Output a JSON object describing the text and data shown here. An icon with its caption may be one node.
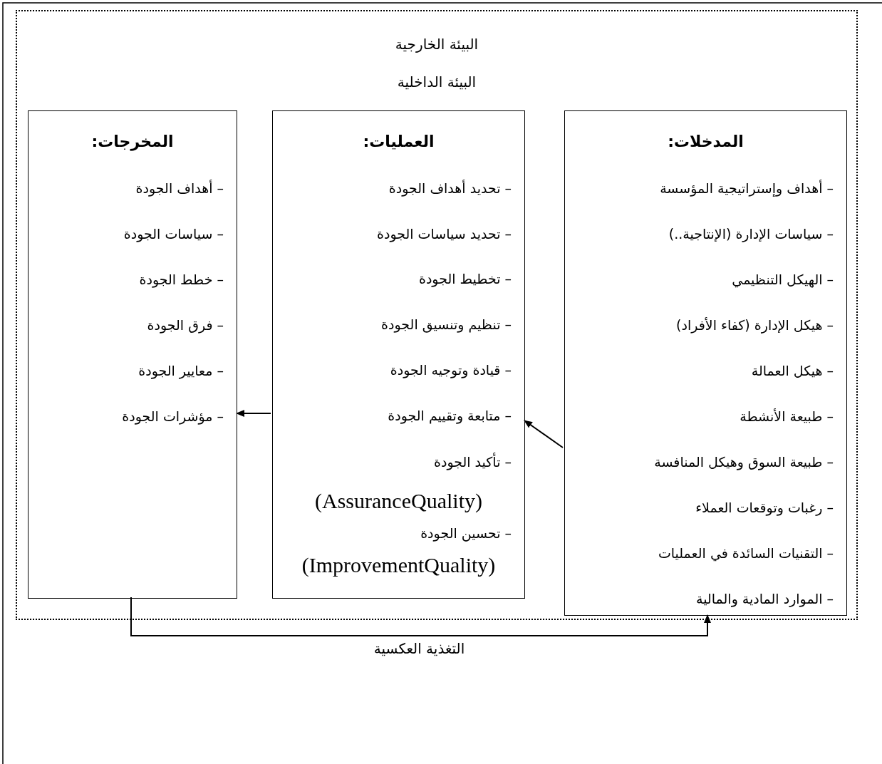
{
  "diagram": {
    "nodes": [
      {
        "text": [
          "البيئة الخارجية",
          "البيئة الداخلية"
        ]
      },
      {
        "text": [
          "المدخلات:",
          "– أهداف وإستراتيجية المؤسسة",
          "– سياسات الإدارة (الإنتاجية..)",
          "– الهيكل التنظيمي",
          "– هيكل الإدارة (كفاء الأفراد)",
          "– هيكل العمالة",
          "– طبيعة الأنشطة",
          "– طبيعة السوق وهيكل المنافسة",
          "– رغبات وتوقعات العملاء",
          "– التقنيات السائدة في العمليات",
          "– الموارد المادية والمالية"
        ],
        "in": 0
      },
      {
        "text": [
          "العمليات:",
          "– تحديد أهداف الجودة",
          "– تحديد سياسات الجودة",
          "– تخطيط الجودة",
          "– تنظيم وتنسيق الجودة",
          "– قيادة وتوجيه الجودة",
          "– متابعة وتقييم الجودة",
          "– تأكيد الجودة",
          "(AssuranceQuality)",
          "– تحسين الجودة",
          "(ImprovementQuality)"
        ],
        "in": 0
      },
      {
        "text": [
          "المخرجات:",
          "– أهداف الجودة",
          "– سياسات الجودة",
          "– خطط الجودة",
          "– فرق الجودة",
          "– معايير الجودة",
          "– مؤشرات الجودة"
        ],
        "in": 0
      }
    ],
    "edges": [
      {
        "from": 1,
        "to": 2,
        "arrow": "to"
      },
      {
        "from": 2,
        "to": 3,
        "arrow": "to"
      },
      {
        "from": 3,
        "to": 1,
        "arrow": "to",
        "label": "التغذية العكسية"
      }
    ]
  }
}
